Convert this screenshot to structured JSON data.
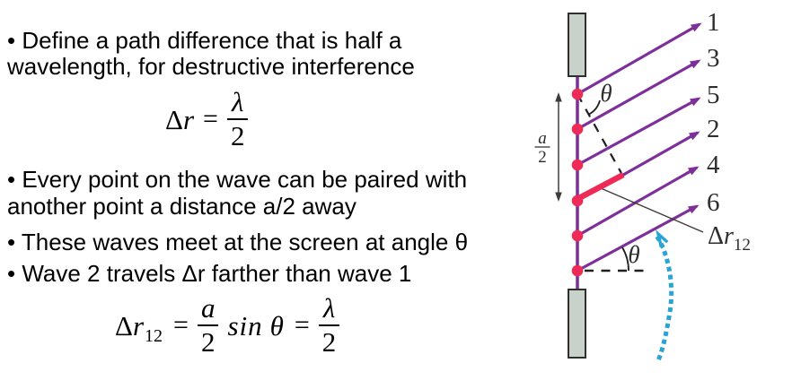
{
  "slide": {
    "bullets": [
      {
        "lines": [
          "• Define a path difference that is half a",
          "wavelength, for destructive interference"
        ]
      },
      {
        "lines": [
          "• Every point on the wave can be paired with",
          "another point a distance a/2 away"
        ]
      },
      {
        "lines": [
          "• These waves meet at the screen at angle θ"
        ]
      },
      {
        "lines": [
          "• Wave 2 travels Δr farther than wave 1"
        ]
      }
    ],
    "formula1": {
      "lhs": {
        "delta": "Δ",
        "var": "r"
      },
      "equals": "=",
      "frac": {
        "num": "λ",
        "den": "2"
      }
    },
    "formula2": {
      "lhs": {
        "delta": "Δ",
        "var": "r",
        "sub": "12"
      },
      "equals1": "=",
      "frac_a": {
        "num": "a",
        "den": "2"
      },
      "func": "sin",
      "angle": "θ",
      "equals2": "=",
      "frac_lambda": {
        "num": "λ",
        "den": "2"
      }
    }
  },
  "diagram": {
    "ray_labels": [
      "1",
      "3",
      "5",
      "2",
      "4",
      "6"
    ],
    "theta_top": "θ",
    "theta_bottom": "θ",
    "width_label": {
      "num": "a",
      "den": "2"
    },
    "path_diff_label": {
      "delta": "Δ",
      "var": "r",
      "sub": "12"
    },
    "colors": {
      "ray_purple": "#7d2f9a",
      "dot_red": "#ee2b57",
      "arrow_cyan": "#29a4d6",
      "slit_fill": "#c9d1cb",
      "slit_border": "#2f2f2f",
      "annotation_dark": "#2e2e2e",
      "text_black": "#000000"
    }
  }
}
